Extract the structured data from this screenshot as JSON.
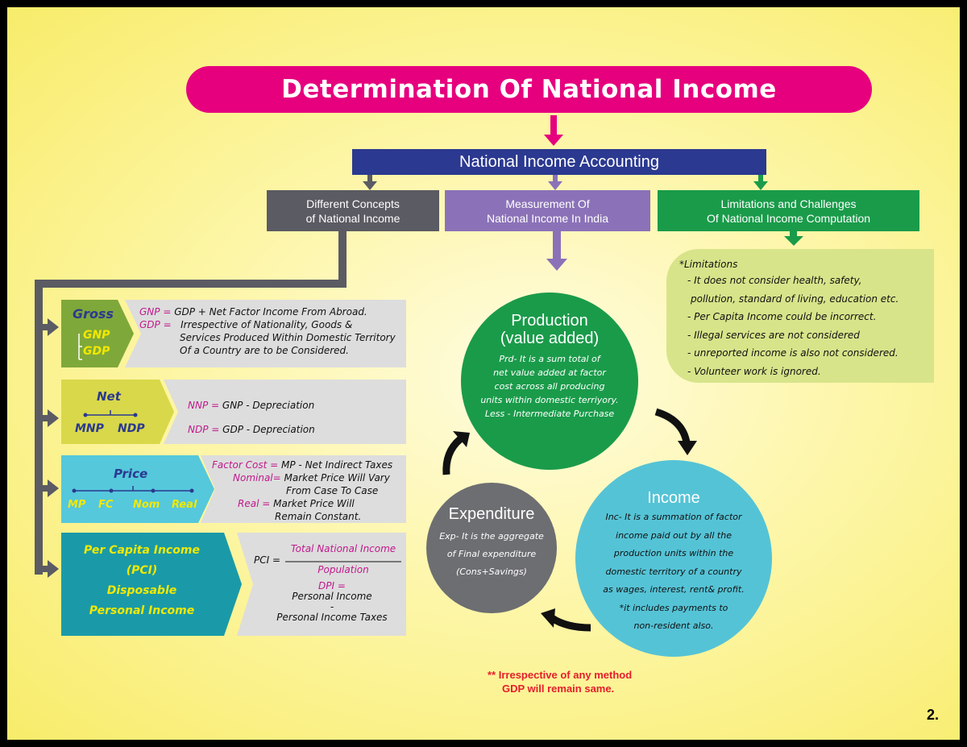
{
  "title": "Determination Of National Income",
  "accounting": "National Income Accounting",
  "branches": {
    "concepts": [
      "Different Concepts",
      "of National Income"
    ],
    "measurement": [
      "Measurement Of",
      "National Income In India"
    ],
    "limitations": [
      "Limitations and Challenges",
      "Of National Income Computation"
    ]
  },
  "limitations_list": {
    "heading": "*Limitations",
    "items": [
      "- It does not consider health, safety,",
      "pollution, standard of living, education etc.",
      "- Per Capita Income could be incorrect.",
      "- Illegal services are not considered",
      "- unreported income is also not considered.",
      "- Volunteer work is ignored."
    ]
  },
  "gross": {
    "label": "Gross",
    "items": [
      "GNP",
      "GDP"
    ],
    "defs": [
      {
        "key": "GNP =",
        "text": "GDP + Net Factor Income From Abroad."
      },
      {
        "key": "GDP =",
        "text": "Irrespective of Nationality, Goods &"
      },
      {
        "key": "",
        "text": "Services Produced Within Domestic Territory"
      },
      {
        "key": "",
        "text": "Of a Country are to be Considered."
      }
    ]
  },
  "net": {
    "label": "Net",
    "items": [
      "MNP",
      "NDP"
    ],
    "defs": [
      {
        "key": "NNP =",
        "text": "GNP - Depreciation"
      },
      {
        "key": "NDP =",
        "text": "GDP - Depreciation"
      }
    ]
  },
  "price": {
    "label": "Price",
    "items": [
      "MP",
      "FC",
      "Nom",
      "Real"
    ],
    "defs": [
      {
        "key": "Factor Cost =",
        "text": "MP - Net Indirect Taxes"
      },
      {
        "key": "Nominal=",
        "text": "Market Price Will Vary"
      },
      {
        "key": "",
        "text": "From Case To Case"
      },
      {
        "key": "Real =",
        "text": "Market Price Will"
      },
      {
        "key": "",
        "text": "Remain Constant."
      }
    ]
  },
  "pci": {
    "lines": [
      "Per Capita Income",
      "(PCI)",
      "Disposable",
      "Personal Income"
    ],
    "pci_key": "PCI =",
    "pci_num": "Total National Income",
    "pci_den": "Population",
    "dpi_key": "DPI =",
    "dpi_num": "Personal Income",
    "dpi_op": "-",
    "dpi_den": "Personal Income Taxes"
  },
  "production": {
    "title1": "Production",
    "title2": "(value added)",
    "lines": [
      "Prd- It is a sum total of",
      "net value added at factor",
      "cost across all producing",
      "units within domestic terriyory.",
      "Less - Intermediate Purchase"
    ]
  },
  "income": {
    "title": "Income",
    "lines": [
      "Inc- It is a summation of factor",
      "income paid out by all the",
      "production units within the",
      "domestic territory of a country",
      "as wages, interest, rent& profit.",
      "*it includes payments to",
      "non-resident also."
    ]
  },
  "expenditure": {
    "title": "Expenditure",
    "lines": [
      "Exp- It is the aggregate",
      "of Final expenditure",
      "(Cons+Savings)"
    ]
  },
  "note": [
    "** Irrespective of any method",
    "GDP will remain same."
  ],
  "page_number": "2.",
  "colors": {
    "title": "#e6007e",
    "accounting": "#2b3990",
    "concepts": "#5b5b63",
    "measurement": "#8b72b8",
    "limitations": "#1a9b4a",
    "gross": "#7fa83a",
    "net": "#d8d84a",
    "price": "#55c8dc",
    "pci": "#1a9aa8",
    "production": "#1a9b4a",
    "income": "#55c3d6",
    "expenditure": "#6d6e71"
  }
}
